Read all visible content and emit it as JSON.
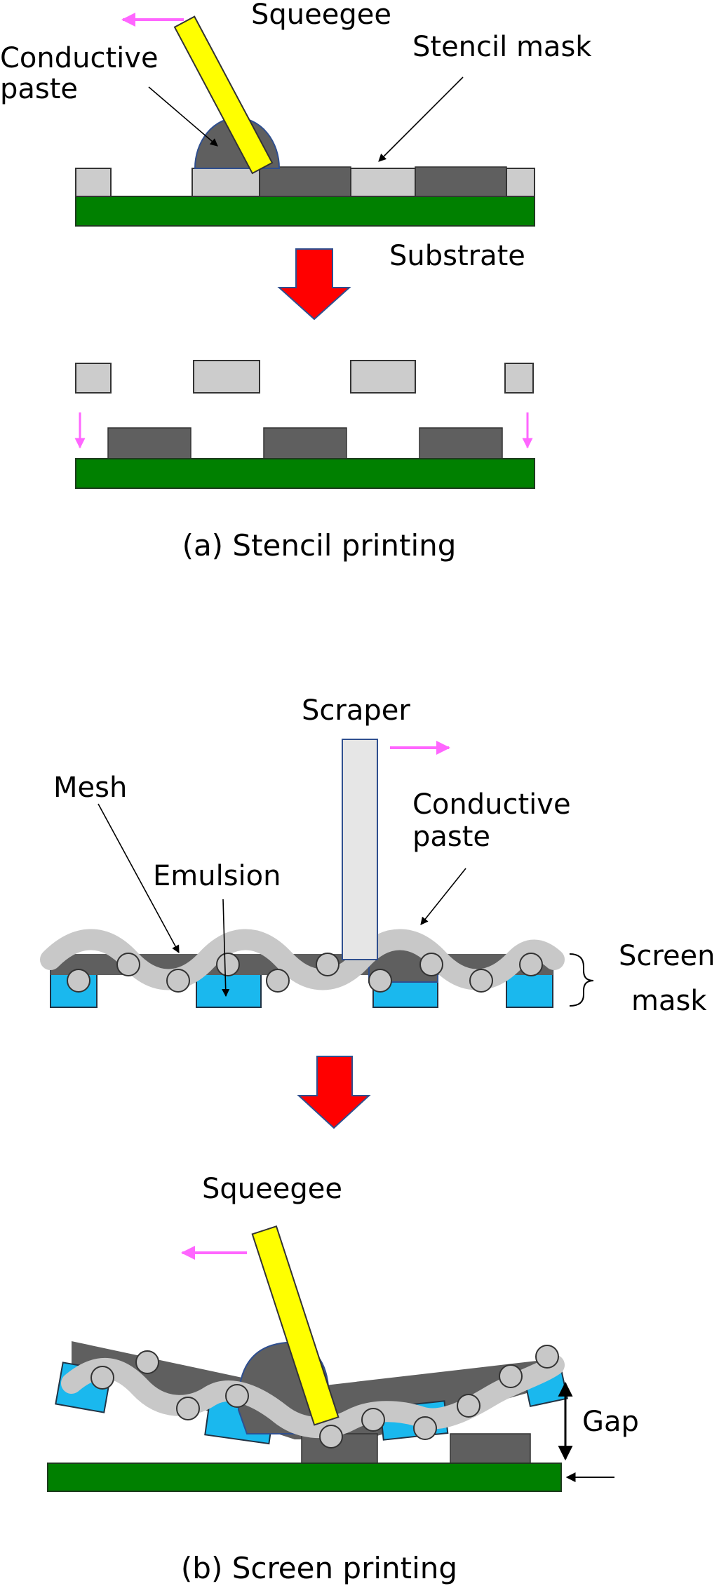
{
  "colors": {
    "substrate": "#008000",
    "stencil": "#cccccc",
    "paste": "#5f5f5f",
    "squeegee": "#ffff00",
    "scraper": "#e6e6e6",
    "emulsion": "#1ab8ee",
    "mesh": "#c8c8c8",
    "big_arrow": "#ff0000",
    "motion_arrow": "#ff66ff",
    "outline": "#2f4f8f"
  },
  "panel_a": {
    "squeegee_label": "Squeegee",
    "paste_label_line1": "Conductive",
    "paste_label_line2": "paste",
    "stencil_label": "Stencil mask",
    "substrate_label": "Substrate",
    "caption": "(a) Stencil printing"
  },
  "panel_b": {
    "scraper_label": "Scraper",
    "mesh_label": "Mesh",
    "emulsion_label": "Emulsion",
    "paste_label_line1": "Conductive",
    "paste_label_line2": "paste",
    "screen_label_line1": "Screen",
    "screen_label_line2": "mask",
    "squeegee_label": "Squeegee",
    "gap_label": "Gap",
    "caption": "(b) Screen printing"
  }
}
